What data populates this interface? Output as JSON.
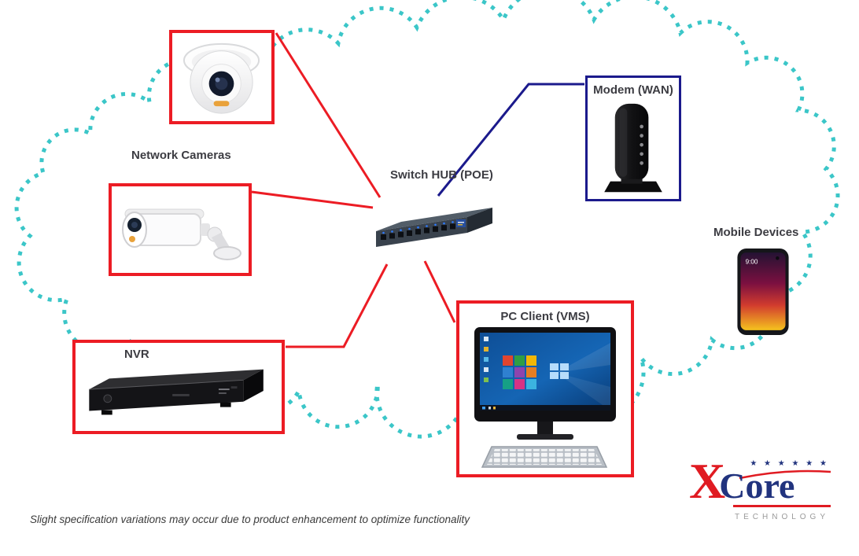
{
  "labels": {
    "network_cameras": "Network Cameras",
    "switch_hub": "Switch HUB (POE)",
    "modem": "Modem (WAN)",
    "mobile_devices": "Mobile Devices",
    "pc_client": "PC Client (VMS)",
    "nvr": "NVR"
  },
  "phone": {
    "time": "9:00"
  },
  "footer": {
    "note": "Slight specification variations may occur due to product enhancement to optimize functionality"
  },
  "logo": {
    "x": "X",
    "core": "Core",
    "technology": "Technology",
    "stars": "★ ★ ★ ★ ★ ★"
  },
  "colors": {
    "cloud": "#3BC6C8",
    "red": "#EC1C24",
    "navy": "#1B1A8C",
    "label_text": "#3C3C42",
    "logo_red": "#E01B22",
    "logo_navy": "#21337E",
    "logo_gray": "#9A9A9A"
  }
}
